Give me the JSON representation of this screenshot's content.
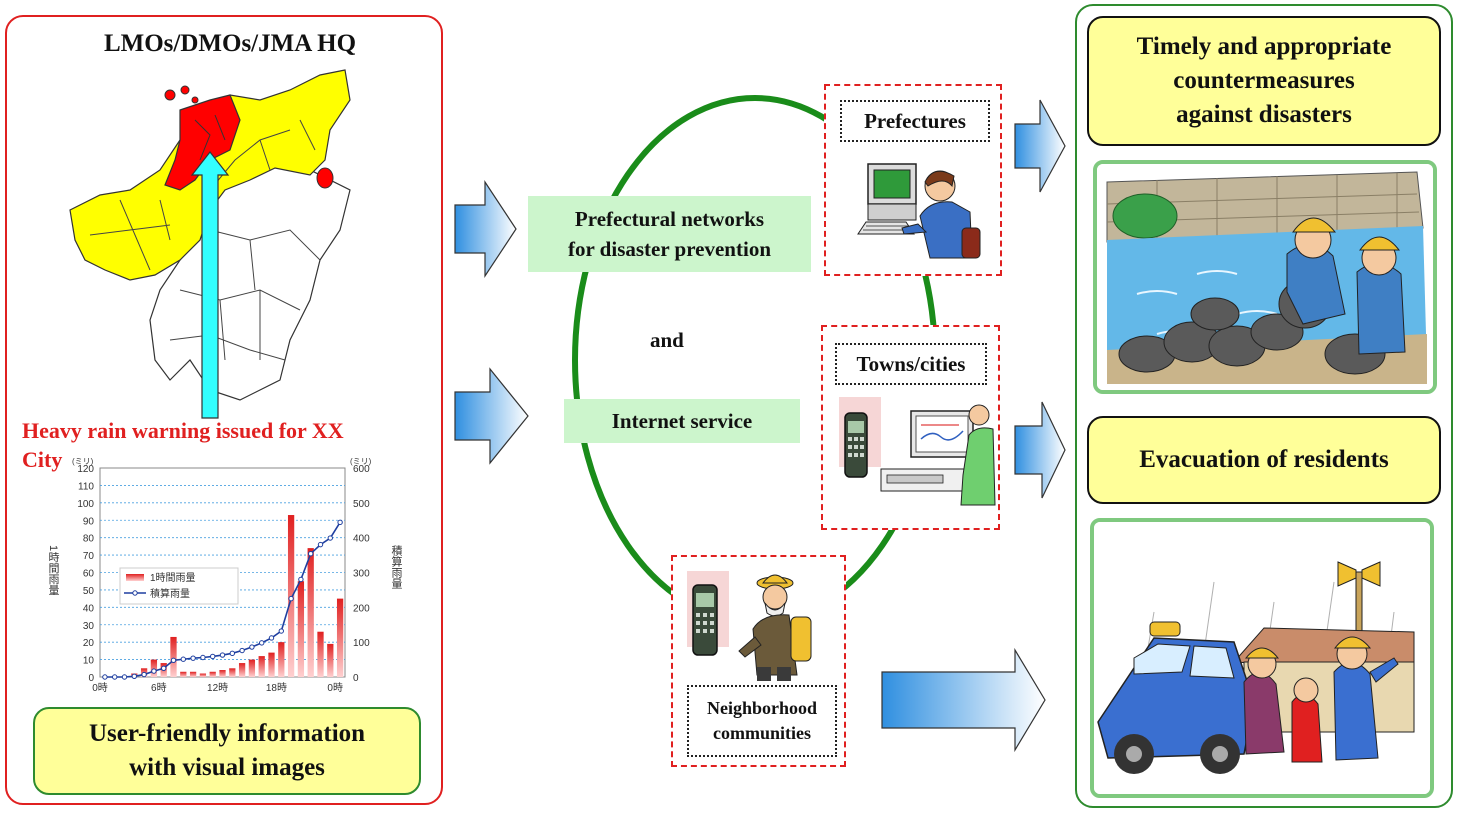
{
  "left_panel": {
    "title": "LMOs/DMOs/JMA HQ",
    "warning_line1": "Heavy rain warning issued for XX",
    "warning_line2": "City",
    "footer_line1": "User-friendly information",
    "footer_line2": "with visual images"
  },
  "middle": {
    "networks_line1": "Prefectural networks",
    "networks_line2": "for disaster prevention",
    "and_label": "and",
    "internet_label": "Internet service",
    "prefectures_label": "Prefectures",
    "towns_label": "Towns/cities",
    "neighborhood_line1": "Neighborhood",
    "neighborhood_line2": "communities"
  },
  "right_panel": {
    "countermeasures_line1": "Timely and appropriate",
    "countermeasures_line2": "countermeasures",
    "countermeasures_line3": "against disasters",
    "evacuation_label": "Evacuation of residents"
  },
  "colors": {
    "warning_red": "#e02020",
    "panel_green": "#2e8b2e",
    "yellow_box": "#ffff99",
    "map_yellow": "#ffff00",
    "map_red": "#ff0000",
    "arrow_cyan": "#33ffff",
    "bar_red": "#e02020",
    "line_blue": "#1f3fa0"
  },
  "chart_data": {
    "type": "bar",
    "left_axis_unit": "(ミリ)",
    "right_axis_unit": "(ミリ)",
    "ylabel_left": "1時間雨量",
    "ylabel_right": "積算雨量",
    "ylim": [
      0,
      120
    ],
    "y2lim": [
      0,
      600
    ],
    "yticks": [
      "0",
      "10",
      "20",
      "30",
      "40",
      "50",
      "60",
      "70",
      "80",
      "90",
      "100",
      "110",
      "120"
    ],
    "y2ticks": [
      "0",
      "100",
      "200",
      "300",
      "400",
      "500",
      "600"
    ],
    "xticks": [
      "0時",
      "6時",
      "12時",
      "18時",
      "0時"
    ],
    "legend": [
      "1時間雨量",
      "積算雨量"
    ],
    "series": [
      {
        "name": "1時間雨量",
        "values": [
          0,
          0,
          0,
          2,
          5,
          10,
          8,
          23,
          3,
          3,
          2,
          3,
          4,
          5,
          8,
          10,
          12,
          14,
          20,
          93,
          55,
          74,
          26,
          19,
          45
        ]
      },
      {
        "name": "積算雨量",
        "values": [
          0,
          0,
          0,
          2,
          7,
          17,
          25,
          48,
          51,
          54,
          56,
          59,
          63,
          68,
          76,
          86,
          98,
          112,
          132,
          225,
          280,
          354,
          380,
          399,
          444
        ]
      }
    ]
  }
}
